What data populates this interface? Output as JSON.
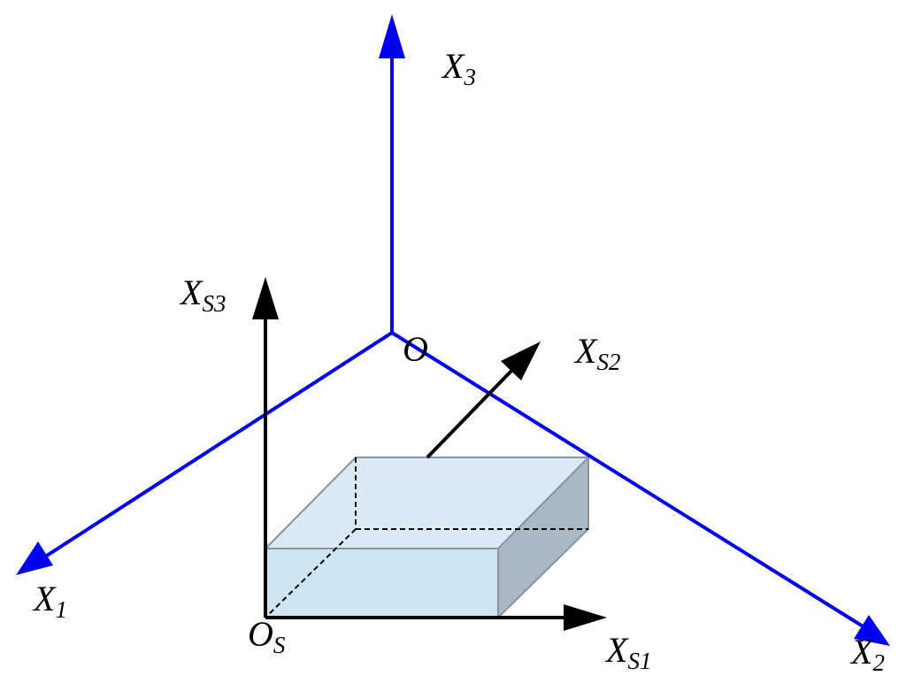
{
  "colors": {
    "global_axes": "#0000ee",
    "local_axes": "#000000",
    "box_top": "#daeaf5",
    "box_front": "#cfe4f3",
    "box_side": "#a8b8c4",
    "box_edge": "#8a9399"
  },
  "labels": {
    "origin": "O",
    "x1": {
      "main": "X",
      "sub": "1"
    },
    "x2": {
      "main": "X",
      "sub": "2"
    },
    "x3": {
      "main": "X",
      "sub": "3"
    },
    "xs1": {
      "main": "X",
      "sub": "S1"
    },
    "xs2": {
      "main": "X",
      "sub": "S2"
    },
    "xs3": {
      "main": "X",
      "sub": "S3"
    },
    "os": {
      "main": "O",
      "sub": "S"
    }
  }
}
